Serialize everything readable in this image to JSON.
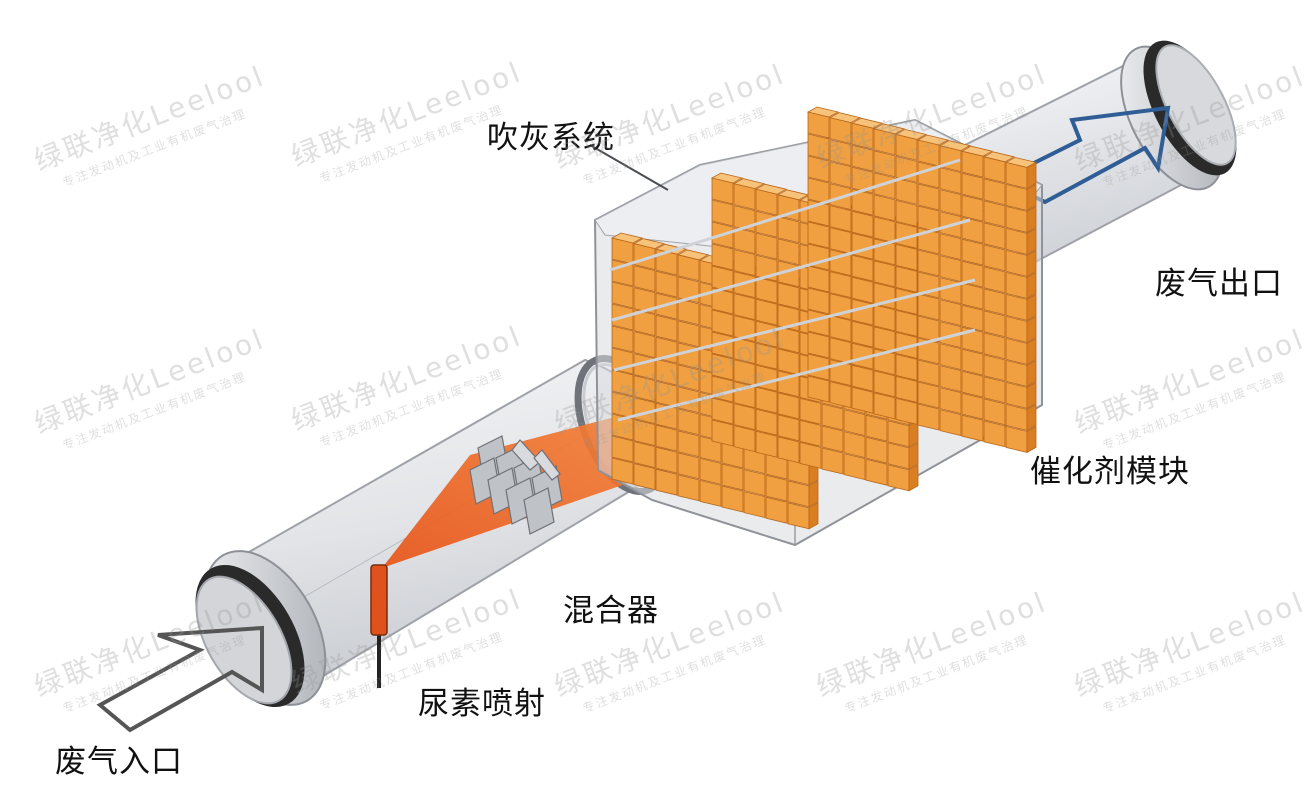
{
  "labels": {
    "soot_blowing": "吹灰系统",
    "exhaust_outlet": "废气出口",
    "catalyst_module": "催化剂模块",
    "mixer": "混合器",
    "urea_injection": "尿素喷射",
    "exhaust_inlet": "废气入口"
  },
  "watermark": {
    "main": "绿联净化Leelool",
    "sub": "专注发动机及工业有机废气治理"
  },
  "colors": {
    "catalyst_orange": "#f0a040",
    "spray_orange": "#ef6a1c",
    "pipe_gray": "#e4e6e9",
    "housing_gray": "#d9dbdf",
    "outlet_arrow_blue": "#2f5d95",
    "inlet_arrow_gray": "#555555"
  }
}
